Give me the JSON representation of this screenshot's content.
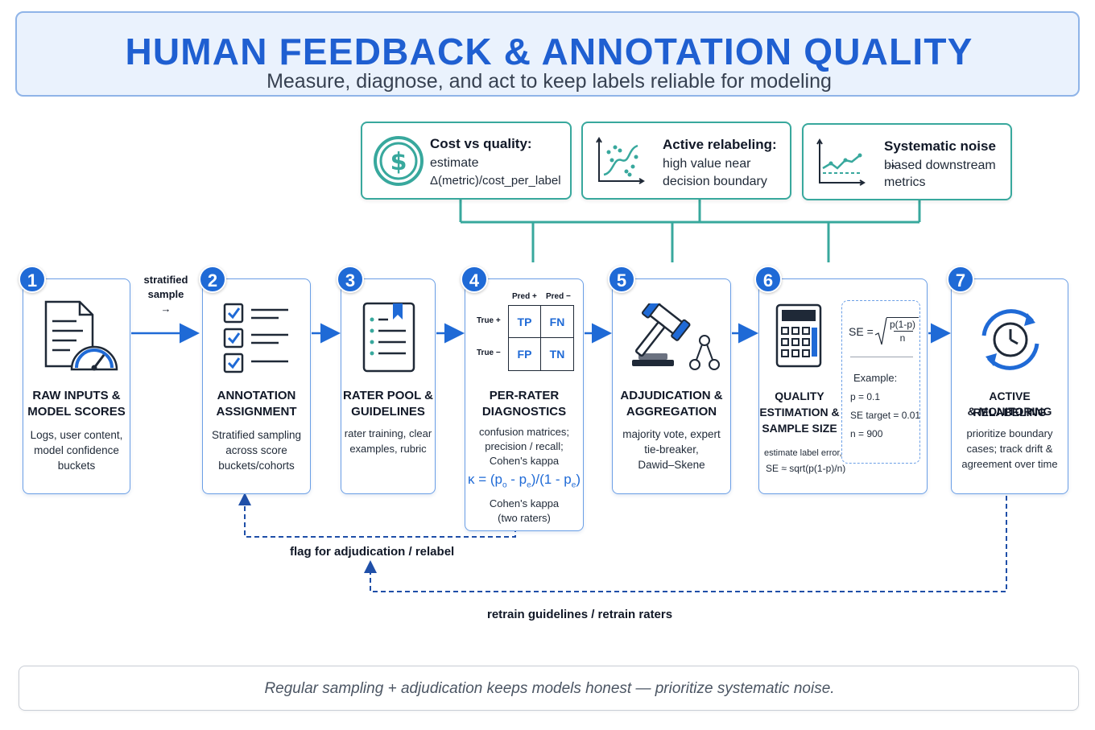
{
  "header": {
    "title": "HUMAN FEEDBACK & ANNOTATION QUALITY",
    "subtitle": "Measure, diagnose, and act to keep labels reliable for modeling"
  },
  "insights": [
    {
      "title": "Cost vs quality:",
      "line1": "estimate",
      "line2": "Δ(metric)/cost_per_label",
      "icon": "dollar-icon"
    },
    {
      "title": "Active relabeling:",
      "line1": "high value near",
      "line2": "decision boundary",
      "icon": "scatter-plot-icon"
    },
    {
      "title": "Systematic noise →",
      "line1": "biased downstream",
      "line2": "metrics",
      "icon": "line-chart-icon"
    }
  ],
  "steps": [
    {
      "number": "1",
      "title1": "RAW INPUTS &",
      "title2": "MODEL SCORES",
      "desc": [
        "Logs, user content,",
        "model confidence",
        "buckets"
      ],
      "icon": "document-gauge-icon"
    },
    {
      "number": "2",
      "title1": "ANNOTATION",
      "title2": "ASSIGNMENT",
      "desc": [
        "Stratified sampling",
        "across score",
        "buckets/cohorts"
      ],
      "icon": "checklist-icon"
    },
    {
      "number": "3",
      "title1": "RATER POOL &",
      "title2": "GUIDELINES",
      "desc": [
        "rater training, clear",
        "examples, rubric"
      ],
      "icon": "guidelines-icon"
    },
    {
      "number": "4",
      "title1": "PER-RATER",
      "title2": "DIAGNOSTICS",
      "desc": [
        "confusion matrices;",
        "precision / recall;",
        "Cohen's kappa"
      ],
      "icon": "confusion-matrix-icon"
    },
    {
      "number": "5",
      "title1": "ADJUDICATION &",
      "title2": "AGGREGATION",
      "desc": [
        "majority vote, expert",
        "tie-breaker,",
        "Dawid–Skene"
      ],
      "icon": "gavel-icon"
    },
    {
      "number": "6",
      "title1": "QUALITY",
      "title2": "ESTIMATION &",
      "title3": "SAMPLE SIZE",
      "desc": [
        "estimate label error,",
        "SE ≈ sqrt(p(1-p)/n)"
      ],
      "icon": "calculator-icon"
    },
    {
      "number": "7",
      "title1": "ACTIVE RELABELING",
      "title2": "& MONITORING",
      "desc": [
        "prioritize boundary",
        "cases; track drift &",
        "agreement over time"
      ],
      "icon": "refresh-clock-icon"
    }
  ],
  "confusion": {
    "col1": "Pred +",
    "col2": "Pred −",
    "row1": "True +",
    "row2": "True −",
    "tp": "TP",
    "fn": "FN",
    "fp": "FP",
    "tn": "TN"
  },
  "kappa": {
    "prefix": "κ = (p",
    "sub_o": "o",
    "mid": " - p",
    "sub_e": "e",
    "mid2": ")/(1 - p",
    "sub_e2": "e",
    "suffix": ")",
    "caption1": "Cohen's kappa",
    "caption2": "(two raters)"
  },
  "se_box": {
    "lhs": "SE =",
    "numerator": "p(1-p)",
    "denominator": "n",
    "example_label": "Example:",
    "p": "p = 0.1",
    "se_target": "SE target = 0.01",
    "n": "n = 900"
  },
  "labels": {
    "stratified1": "stratified",
    "stratified2": "sample →",
    "flag": "flag for adjudication / relabel",
    "retrain": "retrain guidelines / retrain raters"
  },
  "footer": "Regular sampling + adjudication keeps models honest — prioritize systematic noise.",
  "colors": {
    "primary": "#1f6ad6",
    "teal": "#38a89d",
    "title": "#1f5fd1"
  }
}
